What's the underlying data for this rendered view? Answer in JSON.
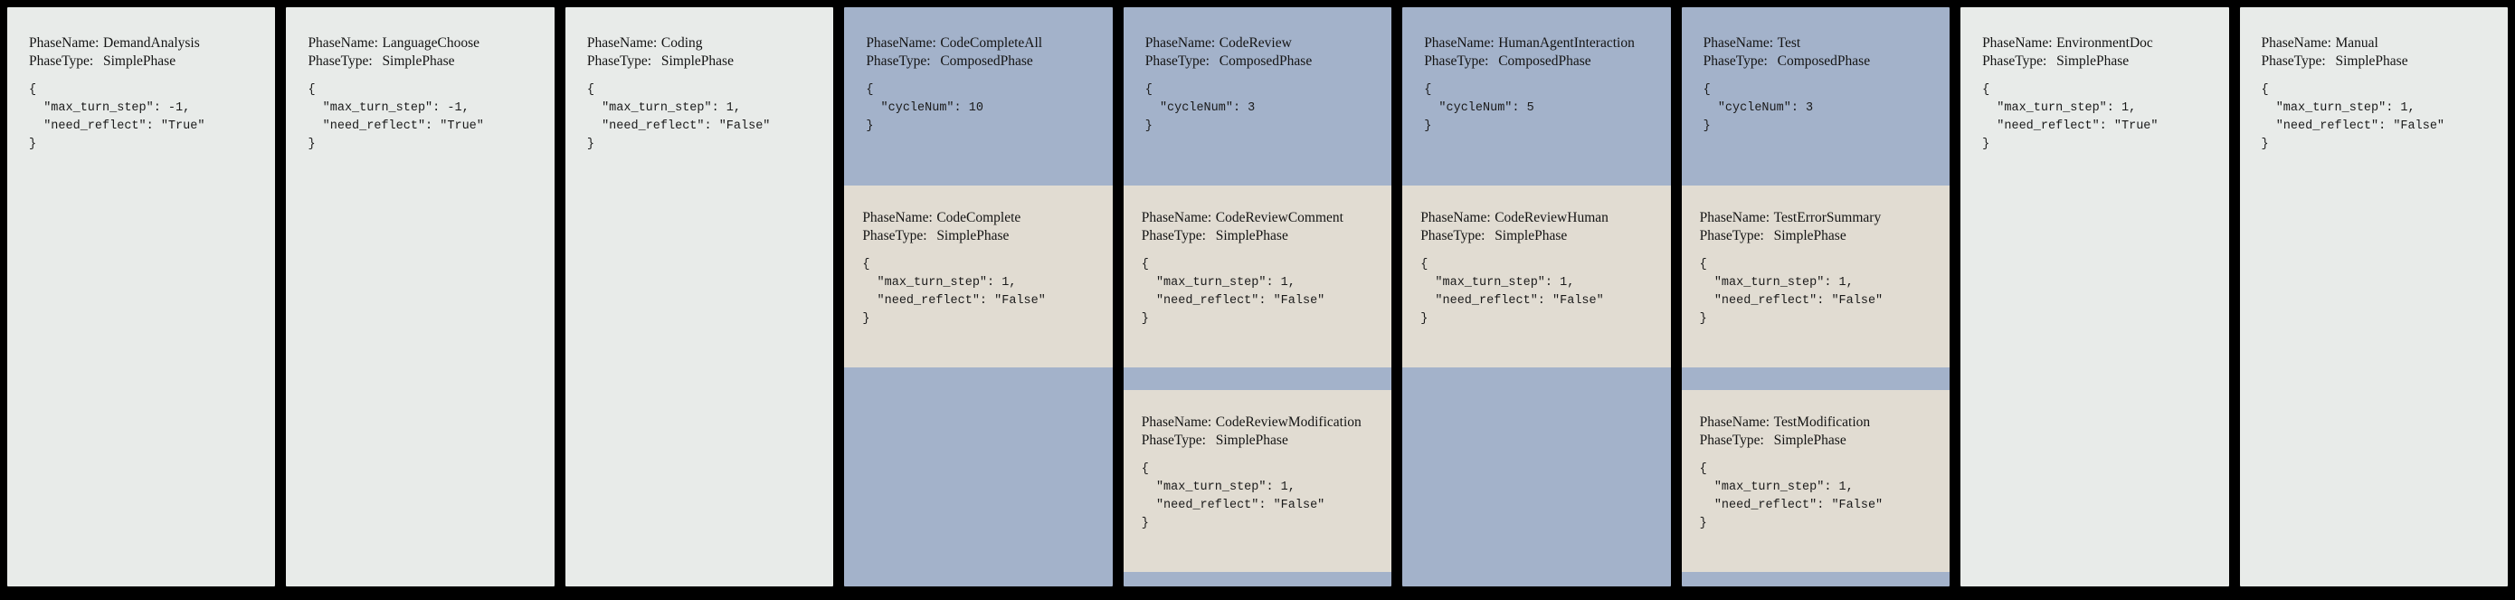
{
  "labels": {
    "phase_name": "PhaseName:",
    "phase_type": "PhaseType:"
  },
  "colors": {
    "background": "#000000",
    "simple_card": "#e8ebe9",
    "composed_card": "#a3b2ca",
    "subphase_card": "#e1dcd2",
    "text": "#141414"
  },
  "phases": [
    {
      "name": "DemandAnalysis",
      "type": "SimplePhase",
      "config": "{\n  \"max_turn_step\": -1,\n  \"need_reflect\": \"True\"\n}",
      "subphases": []
    },
    {
      "name": "LanguageChoose",
      "type": "SimplePhase",
      "config": "{\n  \"max_turn_step\": -1,\n  \"need_reflect\": \"True\"\n}",
      "subphases": []
    },
    {
      "name": "Coding",
      "type": "SimplePhase",
      "config": "{\n  \"max_turn_step\": 1,\n  \"need_reflect\": \"False\"\n}",
      "subphases": []
    },
    {
      "name": "CodeCompleteAll",
      "type": "ComposedPhase",
      "config": "{\n  \"cycleNum\": 10\n}",
      "subphases": [
        {
          "name": "CodeComplete",
          "type": "SimplePhase",
          "config": "{\n  \"max_turn_step\": 1,\n  \"need_reflect\": \"False\"\n}"
        }
      ]
    },
    {
      "name": "CodeReview",
      "type": "ComposedPhase",
      "config": "{\n  \"cycleNum\": 3\n}",
      "subphases": [
        {
          "name": "CodeReviewComment",
          "type": "SimplePhase",
          "config": "{\n  \"max_turn_step\": 1,\n  \"need_reflect\": \"False\"\n}"
        },
        {
          "name": "CodeReviewModification",
          "type": "SimplePhase",
          "config": "{\n  \"max_turn_step\": 1,\n  \"need_reflect\": \"False\"\n}"
        }
      ]
    },
    {
      "name": "HumanAgentInteraction",
      "type": "ComposedPhase",
      "config": "{\n  \"cycleNum\": 5\n}",
      "subphases": [
        {
          "name": "CodeReviewHuman",
          "type": "SimplePhase",
          "config": "{\n  \"max_turn_step\": 1,\n  \"need_reflect\": \"False\"\n}"
        }
      ]
    },
    {
      "name": "Test",
      "type": "ComposedPhase",
      "config": "{\n  \"cycleNum\": 3\n}",
      "subphases": [
        {
          "name": "TestErrorSummary",
          "type": "SimplePhase",
          "config": "{\n  \"max_turn_step\": 1,\n  \"need_reflect\": \"False\"\n}"
        },
        {
          "name": "TestModification",
          "type": "SimplePhase",
          "config": "{\n  \"max_turn_step\": 1,\n  \"need_reflect\": \"False\"\n}"
        }
      ]
    },
    {
      "name": "EnvironmentDoc",
      "type": "SimplePhase",
      "config": "{\n  \"max_turn_step\": 1,\n  \"need_reflect\": \"True\"\n}",
      "subphases": []
    },
    {
      "name": "Manual",
      "type": "SimplePhase",
      "config": "{\n  \"max_turn_step\": 1,\n  \"need_reflect\": \"False\"\n}",
      "subphases": []
    }
  ]
}
